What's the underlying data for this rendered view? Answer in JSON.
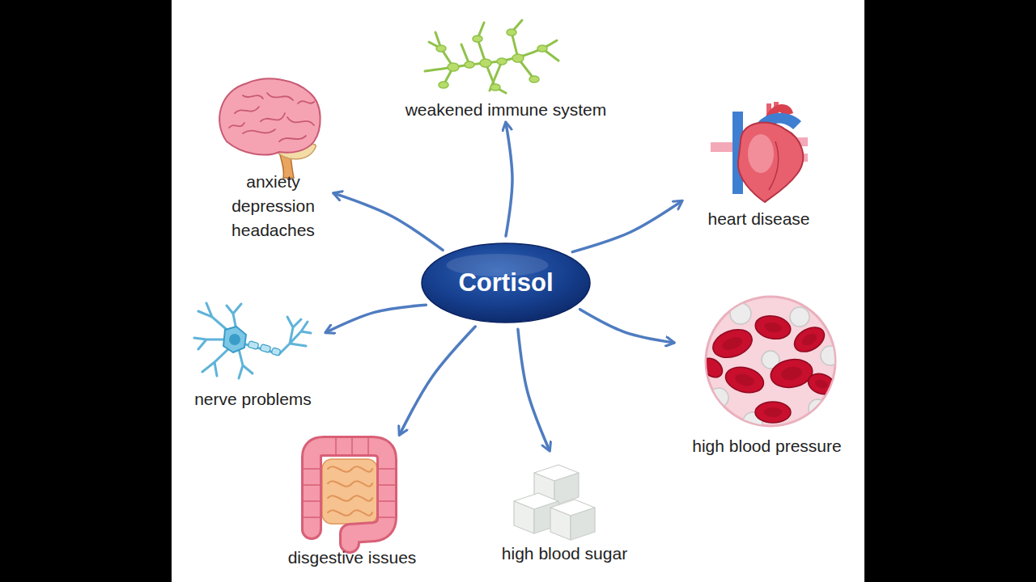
{
  "diagram": {
    "nodes": [
      {
        "text": [
          "Cortisol"
        ]
      },
      {
        "text": [
          "weakened immune system"
        ]
      },
      {
        "text": [
          "heart disease"
        ]
      },
      {
        "text": [
          "high blood pressure"
        ]
      },
      {
        "text": [
          "high blood sugar"
        ]
      },
      {
        "text": [
          "disgestive issues"
        ]
      },
      {
        "text": [
          "nerve problems"
        ]
      },
      {
        "text": [
          "anxiety depression headaches"
        ]
      }
    ],
    "edges": [
      {
        "from": 0,
        "to": 1,
        "arrow": "to"
      },
      {
        "from": 0,
        "to": 2,
        "arrow": "to"
      },
      {
        "from": 0,
        "to": 3,
        "arrow": "to"
      },
      {
        "from": 0,
        "to": 4,
        "arrow": "to"
      },
      {
        "from": 0,
        "to": 5,
        "arrow": "to"
      },
      {
        "from": 0,
        "to": 6,
        "arrow": "to"
      },
      {
        "from": 0,
        "to": 7,
        "arrow": "to"
      }
    ]
  }
}
